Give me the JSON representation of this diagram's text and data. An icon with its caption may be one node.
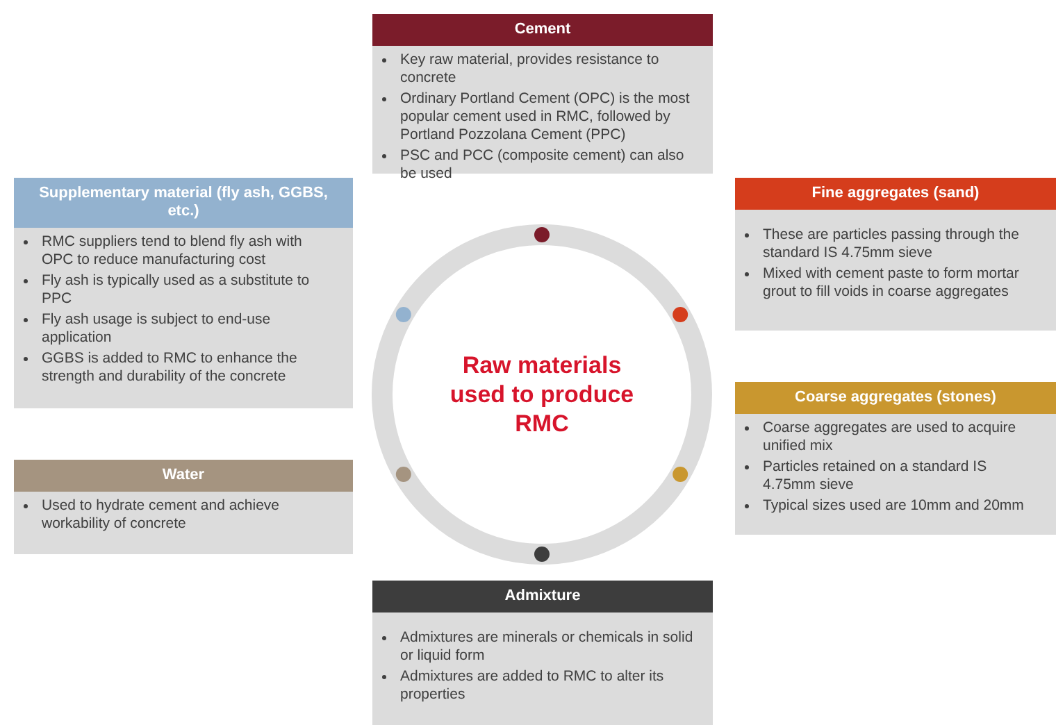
{
  "diagram": {
    "nodes": [
      {
        "text": [
          "Cement",
          "Key raw material, provides resistance to concrete",
          "Ordinary Portland Cement (OPC) is the most popular cement used in RMC, followed by Portland Pozzolana Cement (PPC)",
          "PSC and PCC (composite cement) can also be used"
        ]
      },
      {
        "text": [
          "Supplementary material (fly ash, GGBS, etc.)",
          "RMC suppliers tend to blend fly ash with OPC to reduce manufacturing cost",
          "Fly ash is typically used as a substitute to PPC",
          "Fly ash usage is subject to end-use application",
          "GGBS is added to RMC to enhance the strength and durability of the concrete"
        ]
      },
      {
        "text": [
          "Fine aggregates (sand)",
          "These are particles passing through the standard IS 4.75mm sieve",
          "Mixed with cement paste to form mortar grout to fill voids in coarse aggregates"
        ]
      },
      {
        "text": [
          "Raw materials used to produce RMC"
        ]
      },
      {
        "text": [
          "Coarse aggregates (stones)",
          "Coarse aggregates are used to acquire unified mix",
          "Particles retained on a standard IS 4.75mm sieve",
          "Typical sizes used are 10mm and 20mm"
        ]
      },
      {
        "text": [
          "Water",
          "Used to hydrate cement and achieve workability of concrete"
        ]
      },
      {
        "text": [
          "Admixture",
          "Admixtures are minerals or chemicals in solid or liquid form",
          "Admixtures are added to RMC to alter its properties"
        ]
      }
    ]
  }
}
